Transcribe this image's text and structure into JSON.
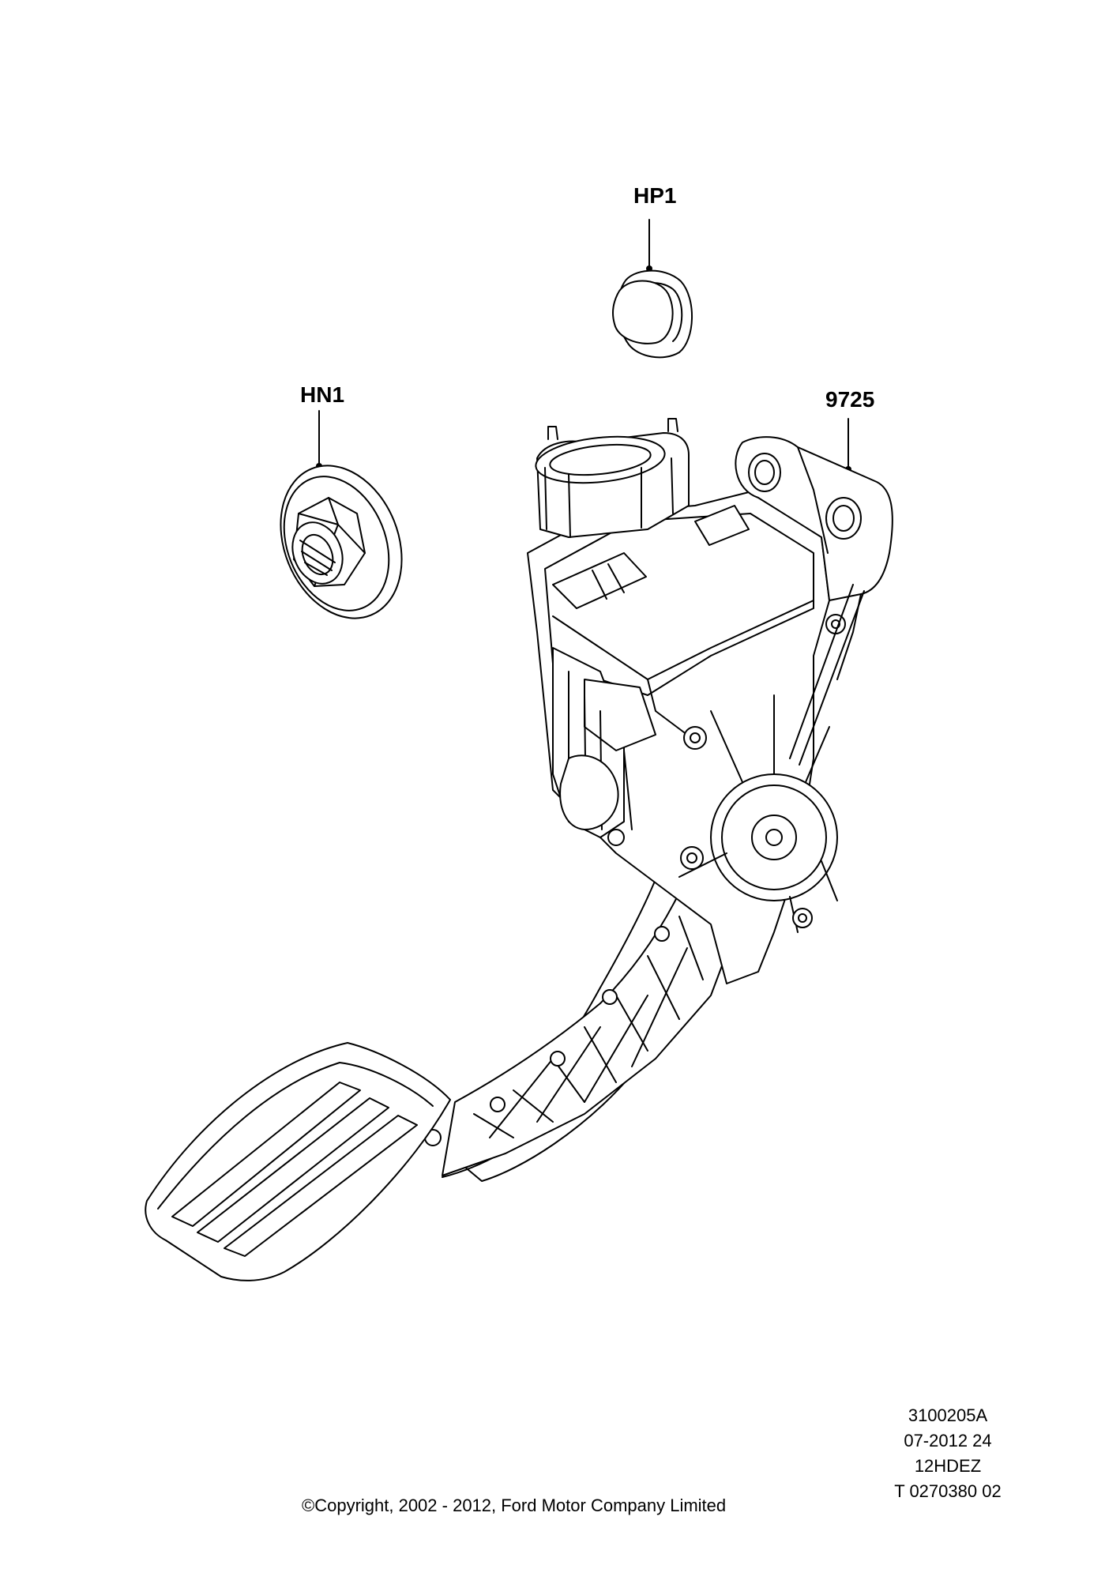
{
  "callouts": {
    "hp1": "HP1",
    "hn1": "HN1",
    "part": "9725"
  },
  "footer": {
    "code_lines": [
      "3100205A",
      "07-2012 24",
      "12HDEZ",
      "T 0270380 02"
    ],
    "copyright": "©Copyright, 2002 - 2012, Ford Motor Company Limited"
  }
}
